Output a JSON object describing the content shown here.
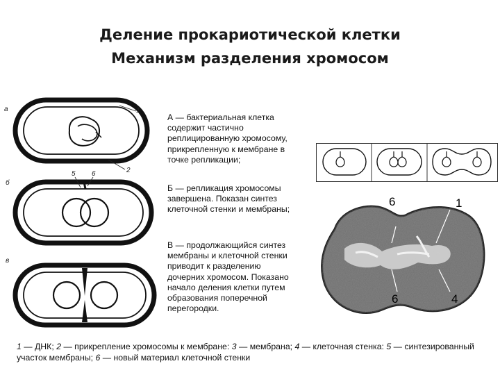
{
  "title": {
    "line1": "Деление прокариотической клетки",
    "line2": "Механизм разделения хромосом"
  },
  "stages": {
    "A": "А — бактериальная клетка\nсодержит частично\nреплицированную хромосому,\nприкрепленную к мембране в\nточке репликации;",
    "B": "Б — репликация хромосомы\nзавершена. Показан синтез\nклеточной стенки и мембраны;",
    "C": "В — продолжающийся синтез\nмембраны и клеточной стенки\nприводит к разделению\nдочерних хромосом. Показано\nначало деления клетки путем\nобразования поперечной\nперегородки."
  },
  "drawing_labels": {
    "a_row": "а",
    "b_row": "б",
    "c_row": "в",
    "n1": "1",
    "n2": "2",
    "n5": "5",
    "n6": "6"
  },
  "micrograph_labels": {
    "l6_top": "6",
    "l1": "1",
    "l6_bottom": "6",
    "l4": "4"
  },
  "caption": {
    "n1": "1",
    "t1": " — ДНК; ",
    "n2": "2",
    "t2": " — прикрепление хромосомы к мембране: ",
    "n3": "3",
    "t3": " — мембрана; ",
    "n4": "4",
    "t4": " — клеточная стенка: ",
    "n5": "5",
    "t5": " — синтезированный участок мембраны; ",
    "n6": "6",
    "t6": " — новый материал клеточной стенки"
  },
  "colors": {
    "ink": "#111111",
    "micrograph": "#6f6f6f"
  }
}
